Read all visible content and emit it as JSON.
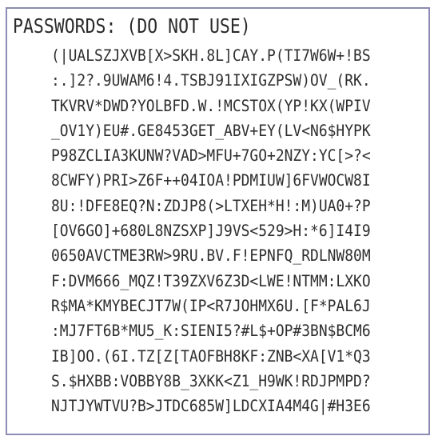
{
  "title": "PASSWORDS: (DO NOT USE)",
  "lines": [
    "(|UALSZJXVB[X>SKH.8L]CAY.P(TI7W6W+!BS",
    ":.]2?.9UWAM6!4.TSBJ91IXIGZPSW)OV_(RK.",
    "TKVRV*DWD?YOLBFD.W.!MCSTOX(YP!KX(WPIV",
    "_OV1Y)EU#.GE8453GET_ABV+EY(LV<N6$HYPK",
    "P98ZCLIA3KUNW?VAD>MFU+7GO+2NZY:YC[>?<",
    "8CWFY)PRI>Z6F++04IOA!PDMIUW]6FVWOCW8I",
    "8U:!DFE8EQ?N:ZDJP8(>LTXEH*H!:M)UA0+?P",
    "[OV6GO]+680L8NZSXP]J9VS<529>H:*6]I4I9",
    "0650AVCTME3RW>9RU.BV.F!EPNFQ_RDLNW80M",
    "F:DVM666_MQZ!T39ZXV6Z3D<LWE!NTMM:LXKO",
    "R$MA*KMYBECJT7W(IP<R7JOHMX6U.[F*PAL6J",
    ":MJ7FT6B*MU5_K:SIENI5?#L$+OP#3BN$BCM6",
    "IB]OO.(6I.TZ[Z[TAOFBH8KF:ZNB<XA[V1*Q3",
    "S.$HXBB:VOBBY8B_3XKK<Z1_H9WK!RDJPMPD?",
    "NJTJYWTVU?B>JTDC685W]LDCXIA4M4G|#H3E6"
  ]
}
